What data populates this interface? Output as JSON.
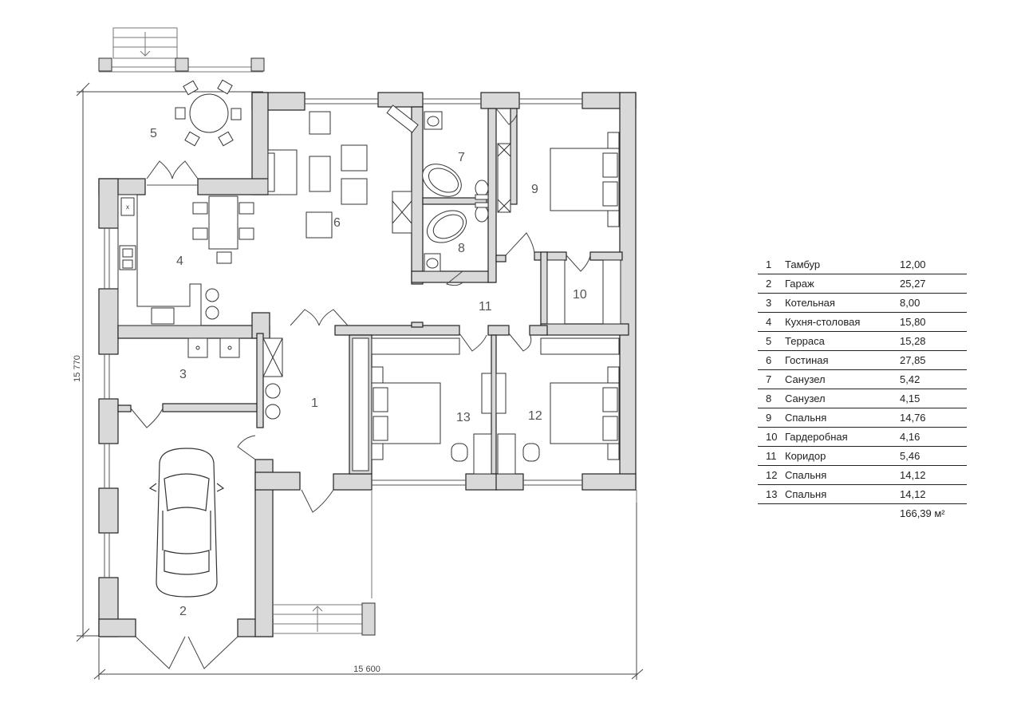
{
  "plan": {
    "rooms": [
      {
        "num": "1"
      },
      {
        "num": "2"
      },
      {
        "num": "3"
      },
      {
        "num": "4"
      },
      {
        "num": "5"
      },
      {
        "num": "6"
      },
      {
        "num": "7"
      },
      {
        "num": "8"
      },
      {
        "num": "9"
      },
      {
        "num": "10"
      },
      {
        "num": "11"
      },
      {
        "num": "12"
      },
      {
        "num": "13"
      }
    ],
    "dimensions": {
      "width_label": "15 600",
      "height_label": "15 770"
    }
  },
  "legend": {
    "rows": [
      {
        "num": "1",
        "name": "Тамбур",
        "area": "12,00"
      },
      {
        "num": "2",
        "name": "Гараж",
        "area": "25,27"
      },
      {
        "num": "3",
        "name": "Котельная",
        "area": "8,00"
      },
      {
        "num": "4",
        "name": "Кухня-столовая",
        "area": "15,80"
      },
      {
        "num": "5",
        "name": "Терраса",
        "area": "15,28"
      },
      {
        "num": "6",
        "name": "Гостиная",
        "area": "27,85"
      },
      {
        "num": "7",
        "name": "Санузел",
        "area": "5,42"
      },
      {
        "num": "8",
        "name": "Санузел",
        "area": "4,15"
      },
      {
        "num": "9",
        "name": "Спальня",
        "area": "14,76"
      },
      {
        "num": "10",
        "name": "Гардеробная",
        "area": "4,16"
      },
      {
        "num": "11",
        "name": "Коридор",
        "area": "5,46"
      },
      {
        "num": "12",
        "name": "Спальня",
        "area": "14,12"
      },
      {
        "num": "13",
        "name": "Спальня",
        "area": "14,12"
      }
    ],
    "total": "166,39 м²"
  }
}
